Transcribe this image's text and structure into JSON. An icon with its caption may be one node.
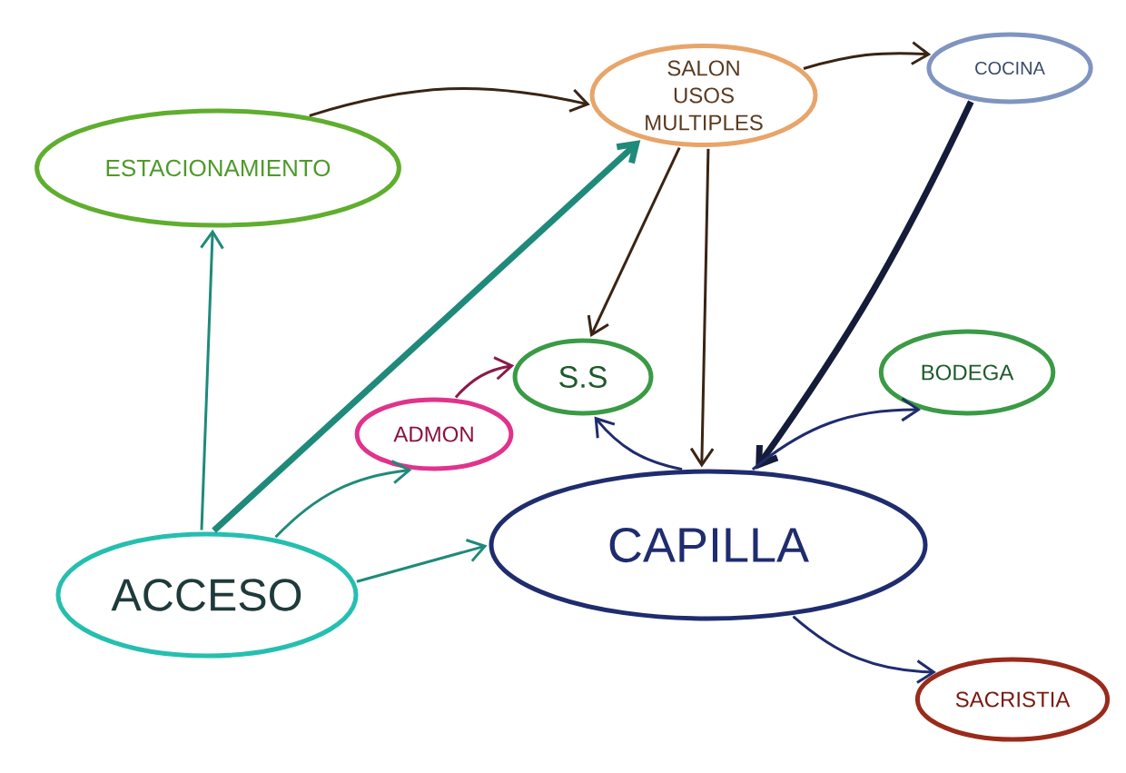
{
  "diagram": {
    "nodes": [
      {
        "text": [
          "ESTACIONAMIENTO"
        ]
      },
      {
        "text": [
          "SALON USOS MULTIPLES"
        ]
      },
      {
        "text": [
          "COCINA"
        ]
      },
      {
        "text": [
          "S.S"
        ]
      },
      {
        "text": [
          "BODEGA"
        ]
      },
      {
        "text": [
          "ADMON"
        ]
      },
      {
        "text": [
          "CAPILLA"
        ]
      },
      {
        "text": [
          "ACCESO"
        ]
      },
      {
        "text": [
          "SACRISTIA"
        ]
      }
    ],
    "edges": [
      {
        "from": 7,
        "to": 0,
        "arrow": "to",
        "color": "#1f8a7a"
      },
      {
        "from": 7,
        "to": 1,
        "arrow": "to",
        "color": "#1f8a7a",
        "style": "thick"
      },
      {
        "from": 7,
        "to": 5,
        "arrow": "to",
        "color": "#1f8a7a"
      },
      {
        "from": 7,
        "to": 6,
        "arrow": "to",
        "color": "#1f8a7a"
      },
      {
        "from": 0,
        "to": 1,
        "arrow": "to",
        "color": "#3a2414"
      },
      {
        "from": 1,
        "to": 2,
        "arrow": "to",
        "color": "#3a2414"
      },
      {
        "from": 1,
        "to": 3,
        "arrow": "to",
        "color": "#3a2414"
      },
      {
        "from": 1,
        "to": 6,
        "arrow": "to",
        "color": "#3a2414"
      },
      {
        "from": 2,
        "to": 6,
        "arrow": "to",
        "color": "#141c3a",
        "style": "thick"
      },
      {
        "from": 5,
        "to": 3,
        "arrow": "to",
        "color": "#8a1a4a"
      },
      {
        "from": 6,
        "to": 3,
        "arrow": "to",
        "color": "#1f2c6e"
      },
      {
        "from": 6,
        "to": 4,
        "arrow": "to",
        "color": "#1f2c6e"
      },
      {
        "from": 6,
        "to": 8,
        "arrow": "to",
        "color": "#1f2c6e"
      }
    ]
  }
}
